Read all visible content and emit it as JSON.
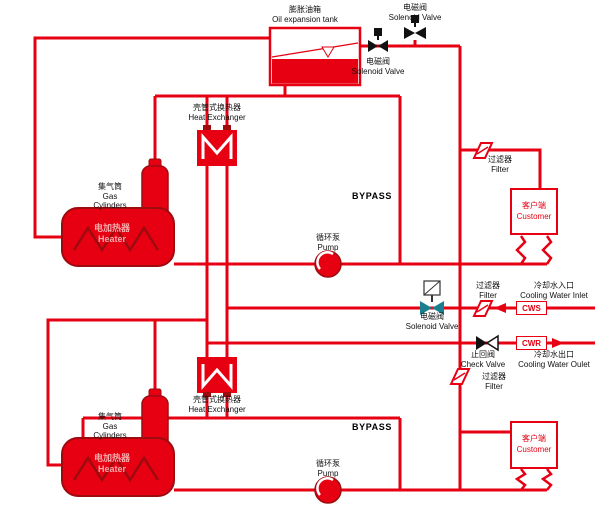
{
  "colors": {
    "pipe": "#e60012",
    "dark_red": "#9e0b0f",
    "valve_dark": "#111111",
    "solenoid_teal": "#1a7f8e",
    "heater_text": "#f7a8a8",
    "label_text": "#111111"
  },
  "tank": {
    "zh": "膨胀油箱",
    "en": "Oil expansion tank"
  },
  "solenoid": {
    "zh": "电磁阀",
    "en": "Solenoid Valve"
  },
  "check_valve": {
    "zh": "止回阀",
    "en": "Check Valve"
  },
  "heat_exchanger": {
    "zh": "壳管式换热器",
    "en": "Heat Exchanger"
  },
  "gas_cylinders": {
    "zh": "集气筒",
    "en1": "Gas",
    "en2": "Cylinders"
  },
  "heater": {
    "zh": "电加热器",
    "en": "Heater"
  },
  "bypass": "BYPASS",
  "pump": {
    "zh": "循环泵",
    "en": "Pump"
  },
  "filter": {
    "zh": "过滤器",
    "en": "Filter"
  },
  "customer": {
    "zh": "客户端",
    "en": "Customer"
  },
  "cooling_inlet": {
    "zh": "冷却水入口",
    "en": "Cooling Water Inlet",
    "tag": "CWS"
  },
  "cooling_outlet": {
    "zh": "冷却水出口",
    "en": "Cooling Water Oulet",
    "tag": "CWR"
  },
  "icons": {
    "solenoid_valve": "bowtie-with-actuator-box",
    "check_valve": "bowtie-half-filled",
    "filter": "slanted-parallelogram-hatched",
    "pump": "red-circle-white-impeller-arc",
    "heat_exchanger": "red-square-white-zigzag",
    "gas_cylinder": "vertical-red-cylinder-with-cap",
    "heater": "horizontal-red-tank-with-element",
    "oil_expansion_tank": "rect-with-level-line-and-fill",
    "flow_arrow": "red-triangle",
    "flex_hose": "wavy-red-line"
  }
}
